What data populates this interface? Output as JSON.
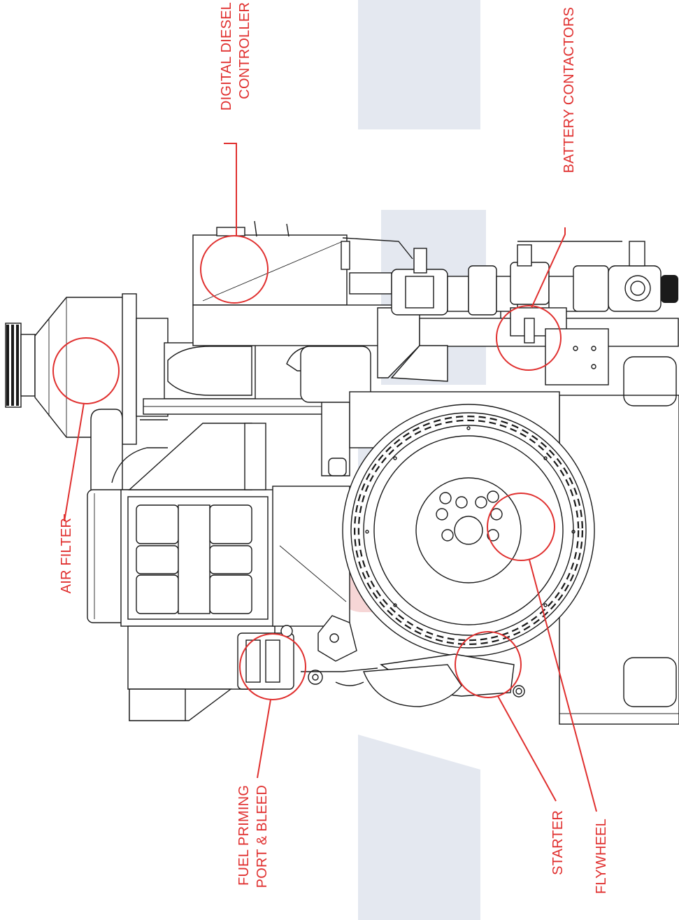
{
  "labels": {
    "digital_diesel_controller_1": "DIGITAL DIESEL",
    "digital_diesel_controller_2": "CONTROLLER",
    "battery_contactors": "BATTERY CONTACTORS",
    "air_filter": "AIR FILTER",
    "fuel_priming_1": "FUEL PRIMING",
    "fuel_priming_2": "PORT & BLEED",
    "starter": "STARTER",
    "flywheel": "FLYWHEEL"
  },
  "colors": {
    "callout": "#e0302f",
    "line_art": "#1a1a1a",
    "watermark": "#e4e8f0"
  }
}
